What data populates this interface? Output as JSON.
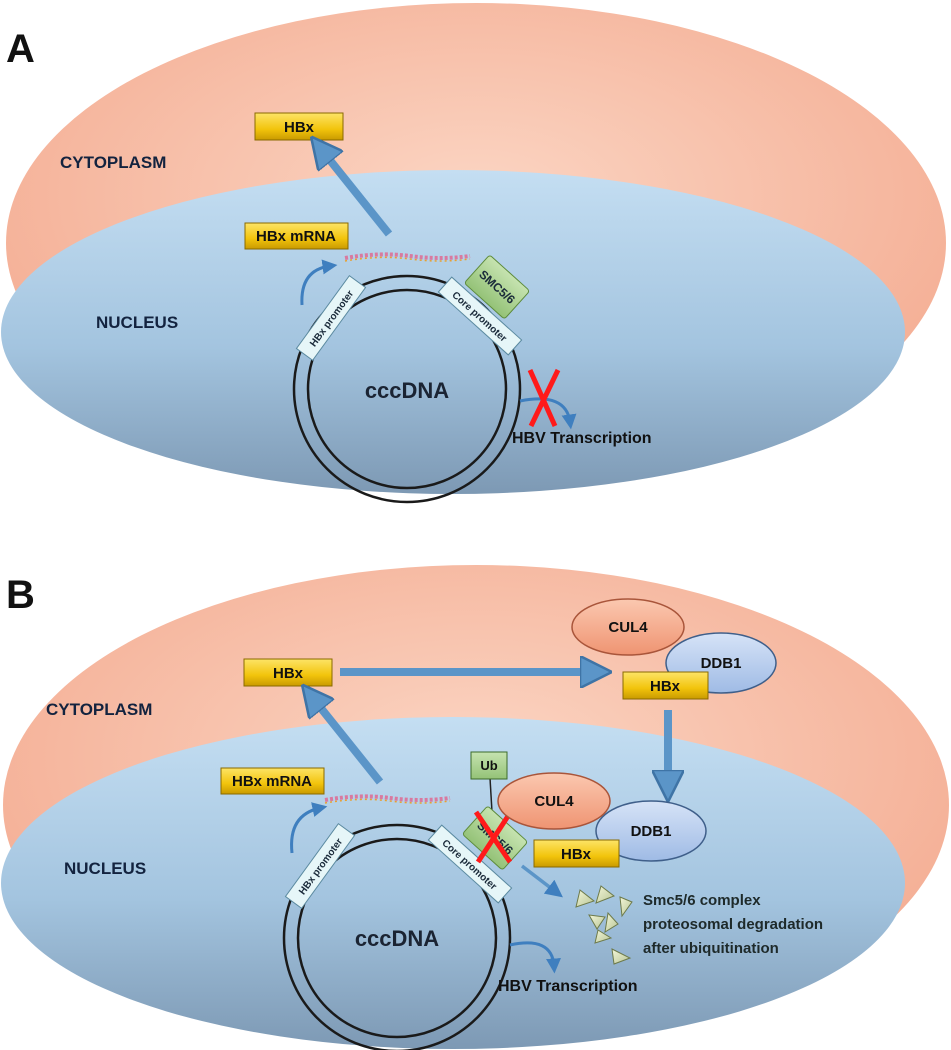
{
  "panel_a": {
    "letter": "A",
    "cytoplasm": "CYTOPLASM",
    "nucleus": "NUCLEUS",
    "hbx": "HBx",
    "hbx_mrna": "HBx mRNA",
    "hbx_promoter": "HBx promoter",
    "core_promoter": "Core promoter",
    "smc56": "SMC5/6",
    "cccdna": "cccDNA",
    "hbv_transcription": "HBV Transcription"
  },
  "panel_b": {
    "letter": "B",
    "cytoplasm": "CYTOPLASM",
    "nucleus": "NUCLEUS",
    "hbx_cyto": "HBx",
    "hbx_complex_cyto": "HBx",
    "cul4_cyto": "CUL4",
    "ddb1_cyto": "DDB1",
    "hbx_mrna": "HBx mRNA",
    "ub": "Ub",
    "cul4_nuc": "CUL4",
    "ddb1_nuc": "DDB1",
    "hbx_nuc": "HBx",
    "smc56": "SMC5/6",
    "hbx_promoter": "HBx promoter",
    "core_promoter": "Core promoter",
    "cccdna": "cccDNA",
    "hbv_transcription": "HBV Transcription",
    "degradation_lines": [
      "Smc5/6 complex",
      "proteosomal degradation",
      "after ubiquitination"
    ]
  },
  "colors": {
    "cytoplasm": "#f6b9a2",
    "nucleus": "#a9cbe4",
    "hbx_box": "#f2c40c",
    "smc_box": "#a9d08e",
    "promoter_box": "#e6f6f8",
    "cul4": "#f4a886",
    "ddb1": "#b7cdee",
    "arrow": "#6fa3d0",
    "cross": "#ff1a1a"
  }
}
